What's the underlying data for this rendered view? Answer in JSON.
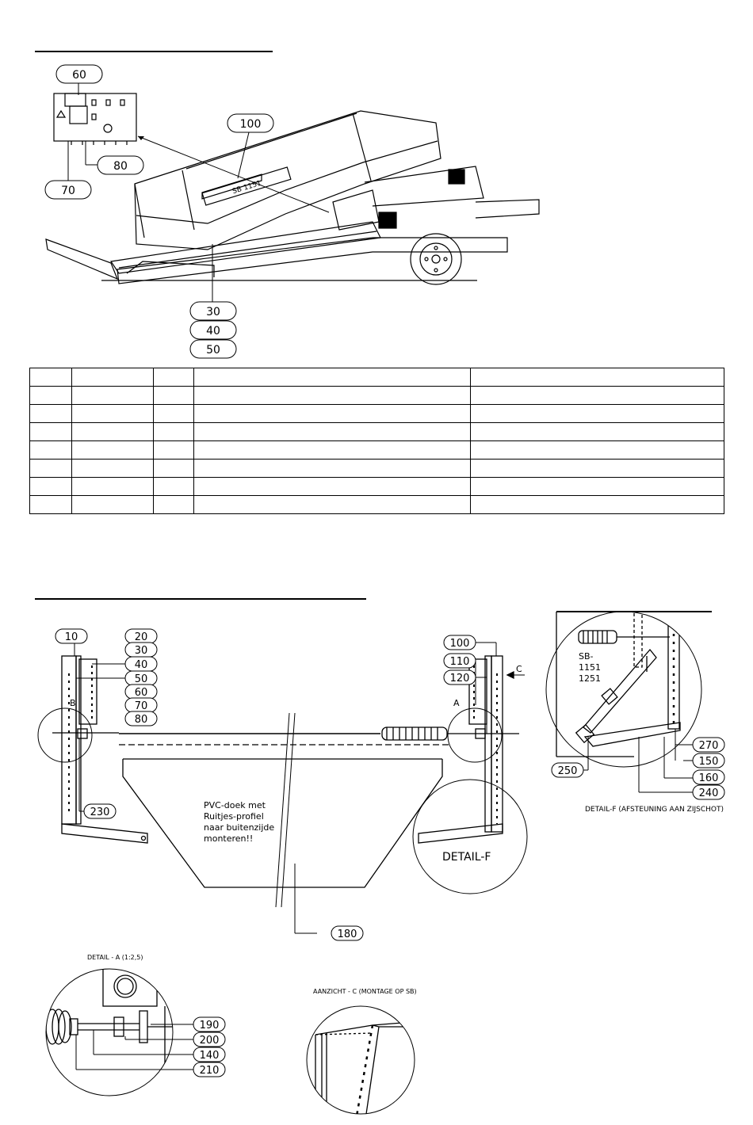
{
  "figure_top": {
    "balloons": [
      "60",
      "100",
      "80",
      "70",
      "30",
      "40",
      "50"
    ],
    "machine_badge": "SB 1151"
  },
  "parts_table": {
    "columns": 5,
    "rows": [
      [
        "",
        "",
        "",
        "",
        ""
      ],
      [
        "",
        "",
        "",
        "",
        ""
      ],
      [
        "",
        "",
        "",
        "",
        ""
      ],
      [
        "",
        "",
        "",
        "",
        ""
      ],
      [
        "",
        "",
        "",
        "",
        ""
      ],
      [
        "",
        "",
        "",
        "",
        ""
      ],
      [
        "",
        "",
        "",
        "",
        ""
      ],
      [
        "",
        "",
        "",
        "",
        ""
      ]
    ]
  },
  "figure_bottom": {
    "balloons_left": [
      "10",
      "20",
      "30",
      "40",
      "50",
      "60",
      "70",
      "80",
      "230"
    ],
    "balloons_right": [
      "100",
      "110",
      "120"
    ],
    "balloon_cover": "180",
    "marker_a": "A",
    "marker_b": "B",
    "marker_c": "C",
    "cover_note": [
      "PVC-doek met",
      "Ruitjes-profiel",
      "naar buitenzijde",
      "monteren!!"
    ],
    "detail_f_circle_label": "DETAIL-F",
    "detail_f": {
      "note": [
        "SB-",
        "1151",
        "1251"
      ],
      "balloons": [
        "270",
        "150",
        "250",
        "160",
        "240"
      ],
      "caption": "DETAIL-F (AFSTEUNING AAN ZIJSCHOT)"
    },
    "detail_a": {
      "caption": "DETAIL - A (1:2,5)",
      "balloons": [
        "190",
        "200",
        "140",
        "210"
      ]
    },
    "view_c": {
      "caption": "AANZICHT - C (MONTAGE OP SB)"
    }
  }
}
